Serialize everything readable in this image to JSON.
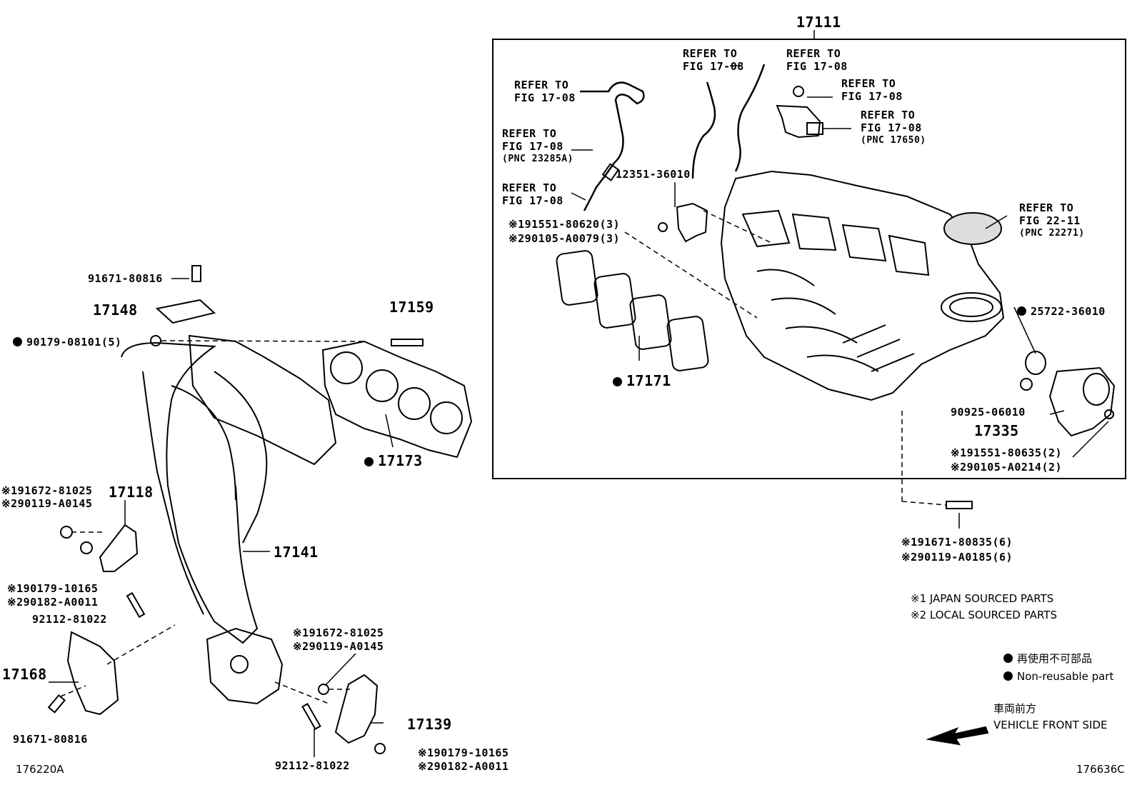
{
  "diagram": {
    "group_label": "17111",
    "refer_blocks": [
      {
        "line1": "REFER TO",
        "line2": "FIG 17-08",
        "line3": ""
      },
      {
        "line1": "REFER TO",
        "line2": "FIG 17-08",
        "line3": ""
      },
      {
        "line1": "REFER TO",
        "line2": "FIG 17-08",
        "line3": ""
      },
      {
        "line1": "REFER TO",
        "line2": "FIG 17-08",
        "line3": "(PNC 17650)"
      },
      {
        "line1": "REFER TO",
        "line2": "FIG 17-08",
        "line3": ""
      },
      {
        "line1": "REFER TO",
        "line2": "FIG 17-08",
        "line3": "(PNC 23285A)"
      },
      {
        "line1": "REFER TO",
        "line2": "FIG 17-08",
        "line3": ""
      },
      {
        "line1": "REFER TO",
        "line2": "FIG 22-11",
        "line3": "(PNC 22271)"
      }
    ],
    "parts": {
      "p12351": "12351-36010",
      "p191551_80620": "※191551-80620(3)",
      "p290105_a0079": "※290105-A0079(3)",
      "p17171": "17171",
      "p25722": "25722-36010",
      "p90925": "90925-06010",
      "p17335": "17335",
      "p191551_80635": "※191551-80635(2)",
      "p290105_a0214": "※290105-A0214(2)",
      "p191671_80835": "※191671-80835(6)",
      "p290119_a0185": "※290119-A0185(6)",
      "p91671_top": "91671-80816",
      "p17148": "17148",
      "p17159": "17159",
      "p90179_08101": "90179-08101(5)",
      "p17173": "17173",
      "p191672_81025_a": "※191672-81025",
      "p290119_a0145_a": "※290119-A0145",
      "p17118": "17118",
      "p17141": "17141",
      "p190179_10165_a": "※190179-10165",
      "p290182_a0011_a": "※290182-A0011",
      "p92112_a": "92112-81022",
      "p17168": "17168",
      "p91671_bottom": "91671-80816",
      "p191672_81025_b": "※191672-81025",
      "p290119_a0145_b": "※290119-A0145",
      "p17139": "17139",
      "p92112_b": "92112-81022",
      "p190179_10165_b": "※190179-10165",
      "p290182_a0011_b": "※290182-A0011"
    },
    "notes": {
      "japan": "※1 JAPAN SOURCED PARTS",
      "local": "※2 LOCAL SOURCED PARTS",
      "nonreuse_jp": "再使用不可部品",
      "nonreuse_en": "Non-reusable part",
      "front_jp": "車両前方",
      "front_en": "VEHICLE FRONT SIDE"
    },
    "ids": {
      "left": "176220A",
      "right": "176636C"
    }
  }
}
